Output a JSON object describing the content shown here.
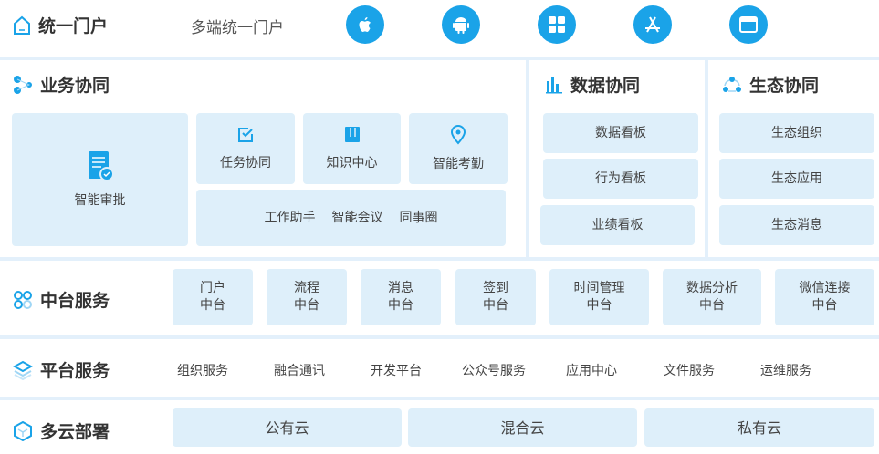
{
  "portal": {
    "title": "统一门户",
    "subtitle": "多端统一门户",
    "platform_icons": [
      "apple-icon",
      "android-icon",
      "windows-icon",
      "app-store-icon",
      "web-browser-icon"
    ]
  },
  "business": {
    "title": "业务协同",
    "approval": "智能审批",
    "task": "任务协同",
    "knowledge": "知识中心",
    "attendance": "智能考勤",
    "tools": [
      "工作助手",
      "智能会议",
      "同事圈"
    ]
  },
  "data": {
    "title": "数据协同",
    "items": [
      "数据看板",
      "行为看板",
      "业绩看板"
    ]
  },
  "eco": {
    "title": "生态协同",
    "items": [
      "生态组织",
      "生态应用",
      "生态消息"
    ]
  },
  "middle": {
    "title": "中台服务",
    "items": [
      [
        "门户",
        "中台"
      ],
      [
        "流程",
        "中台"
      ],
      [
        "消息",
        "中台"
      ],
      [
        "签到",
        "中台"
      ],
      [
        "时间管理",
        "中台"
      ],
      [
        "数据分析",
        "中台"
      ],
      [
        "微信连接",
        "中台"
      ]
    ]
  },
  "platform": {
    "title": "平台服务",
    "items": [
      "组织服务",
      "融合通讯",
      "开发平台",
      "公众号服务",
      "应用中心",
      "文件服务",
      "运维服务"
    ]
  },
  "cloud": {
    "title": "多云部署",
    "items": [
      "公有云",
      "混合云",
      "私有云"
    ]
  },
  "colors": {
    "accent": "#1aa3e8",
    "card": "#deeffa",
    "divider": "#e3f0fb"
  }
}
